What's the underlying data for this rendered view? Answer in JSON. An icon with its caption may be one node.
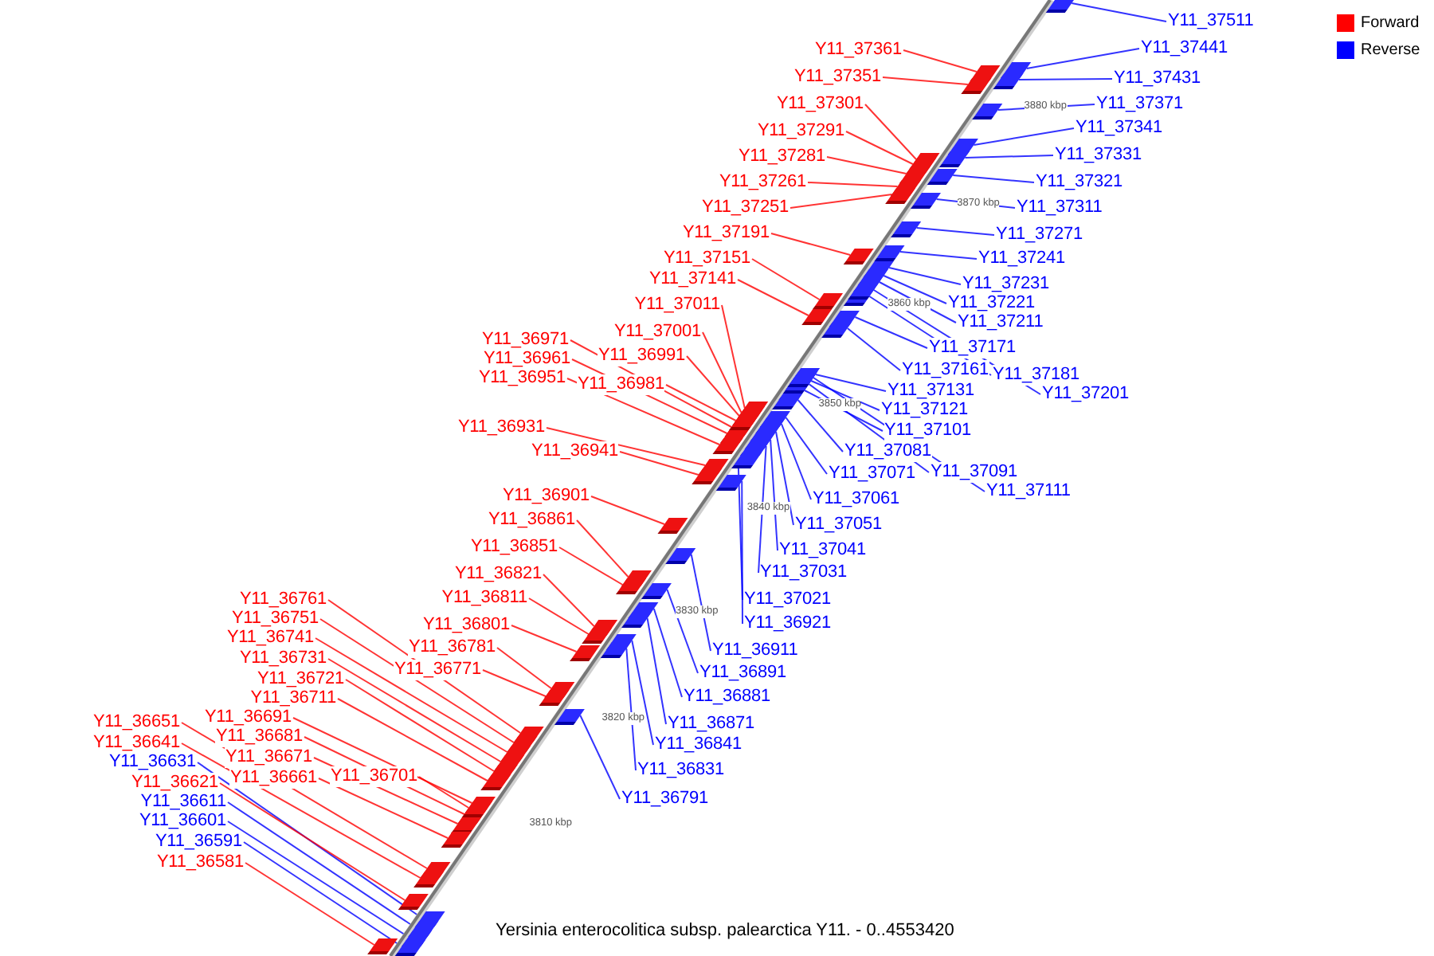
{
  "diagram": {
    "caption": "Yersinia enterocolitica subsp. palearctica Y11. - 0..4553420",
    "nodes": [
      {
        "text": [
          "Y11_37361"
        ]
      },
      {
        "text": [
          "Y11_37351"
        ]
      },
      {
        "text": [
          "Y11_37301"
        ]
      },
      {
        "text": [
          "Y11_37291"
        ]
      },
      {
        "text": [
          "Y11_37281"
        ]
      },
      {
        "text": [
          "Y11_37261"
        ]
      },
      {
        "text": [
          "Y11_37251"
        ]
      },
      {
        "text": [
          "Y11_37191"
        ]
      },
      {
        "text": [
          "Y11_37151"
        ]
      },
      {
        "text": [
          "Y11_37141"
        ]
      },
      {
        "text": [
          "Y11_37011"
        ]
      },
      {
        "text": [
          "Y11_37001"
        ]
      },
      {
        "text": [
          "Y11_36971"
        ]
      },
      {
        "text": [
          "Y11_36991"
        ]
      },
      {
        "text": [
          "Y11_36961"
        ]
      },
      {
        "text": [
          "Y11_36951"
        ]
      },
      {
        "text": [
          "Y11_36981"
        ]
      },
      {
        "text": [
          "Y11_36931"
        ]
      },
      {
        "text": [
          "Y11_36941"
        ]
      },
      {
        "text": [
          "Y11_36901"
        ]
      },
      {
        "text": [
          "Y11_36861"
        ]
      },
      {
        "text": [
          "Y11_36851"
        ]
      },
      {
        "text": [
          "Y11_36821"
        ]
      },
      {
        "text": [
          "Y11_36811"
        ]
      },
      {
        "text": [
          "Y11_36761"
        ]
      },
      {
        "text": [
          "Y11_36751"
        ]
      },
      {
        "text": [
          "Y11_36801"
        ]
      },
      {
        "text": [
          "Y11_36741"
        ]
      },
      {
        "text": [
          "Y11_36781"
        ]
      },
      {
        "text": [
          "Y11_36731"
        ]
      },
      {
        "text": [
          "Y11_36771"
        ]
      },
      {
        "text": [
          "Y11_36721"
        ]
      },
      {
        "text": [
          "Y11_36711"
        ]
      },
      {
        "text": [
          "Y11_36691"
        ]
      },
      {
        "text": [
          "Y11_36651"
        ]
      },
      {
        "text": [
          "Y11_36681"
        ]
      },
      {
        "text": [
          "Y11_36641"
        ]
      },
      {
        "text": [
          "Y11_36671"
        ]
      },
      {
        "text": [
          "Y11_36631"
        ]
      },
      {
        "text": [
          "Y11_36701"
        ]
      },
      {
        "text": [
          "Y11_36661"
        ]
      },
      {
        "text": [
          "Y11_36621"
        ]
      },
      {
        "text": [
          "Y11_36611"
        ]
      },
      {
        "text": [
          "Y11_36601"
        ]
      },
      {
        "text": [
          "Y11_36591"
        ]
      },
      {
        "text": [
          "Y11_36581"
        ]
      },
      {
        "text": [
          "Y11_37511"
        ]
      },
      {
        "text": [
          "Y11_37441"
        ]
      },
      {
        "text": [
          "Y11_37431"
        ]
      },
      {
        "text": [
          "Y11_37371"
        ]
      },
      {
        "text": [
          "Y11_37341"
        ]
      },
      {
        "text": [
          "Y11_37331"
        ]
      },
      {
        "text": [
          "Y11_37321"
        ]
      },
      {
        "text": [
          "Y11_37311"
        ]
      },
      {
        "text": [
          "Y11_37271"
        ]
      },
      {
        "text": [
          "Y11_37241"
        ]
      },
      {
        "text": [
          "Y11_37231"
        ]
      },
      {
        "text": [
          "Y11_37221"
        ]
      },
      {
        "text": [
          "Y11_37211"
        ]
      },
      {
        "text": [
          "Y11_37171"
        ]
      },
      {
        "text": [
          "Y11_37181"
        ]
      },
      {
        "text": [
          "Y11_37161"
        ]
      },
      {
        "text": [
          "Y11_37131"
        ]
      },
      {
        "text": [
          "Y11_37201"
        ]
      },
      {
        "text": [
          "Y11_37121"
        ]
      },
      {
        "text": [
          "Y11_37101"
        ]
      },
      {
        "text": [
          "Y11_37081"
        ]
      },
      {
        "text": [
          "Y11_37071"
        ]
      },
      {
        "text": [
          "Y11_37091"
        ]
      },
      {
        "text": [
          "Y11_37111"
        ]
      },
      {
        "text": [
          "Y11_37061"
        ]
      },
      {
        "text": [
          "Y11_37051"
        ]
      },
      {
        "text": [
          "Y11_37041"
        ]
      },
      {
        "text": [
          "Y11_37031"
        ]
      },
      {
        "text": [
          "Y11_37021"
        ]
      },
      {
        "text": [
          "Y11_36921"
        ]
      },
      {
        "text": [
          "Y11_36911"
        ]
      },
      {
        "text": [
          "Y11_36891"
        ]
      },
      {
        "text": [
          "Y11_36881"
        ]
      },
      {
        "text": [
          "Y11_36871"
        ]
      },
      {
        "text": [
          "Y11_36841"
        ]
      },
      {
        "text": [
          "Y11_36831"
        ]
      },
      {
        "text": [
          "Y11_36791"
        ]
      },
      {
        "text": [],
        "shape": "box"
      },
      {
        "text": [],
        "shape": "box"
      },
      {
        "text": [],
        "shape": "box"
      },
      {
        "text": [],
        "shape": "box"
      },
      {
        "text": [],
        "shape": "box"
      },
      {
        "text": [],
        "shape": "box"
      },
      {
        "text": [],
        "shape": "box"
      },
      {
        "text": [],
        "shape": "box"
      },
      {
        "text": [],
        "shape": "box"
      },
      {
        "text": [],
        "shape": "box"
      },
      {
        "text": [],
        "shape": "box"
      },
      {
        "text": [],
        "shape": "box"
      },
      {
        "text": [],
        "shape": "box"
      },
      {
        "text": [],
        "shape": "box"
      },
      {
        "text": [],
        "shape": "box"
      },
      {
        "text": [],
        "shape": "box"
      },
      {
        "text": [],
        "shape": "box"
      },
      {
        "text": [],
        "shape": "box"
      },
      {
        "text": [],
        "shape": "box"
      },
      {
        "text": [],
        "shape": "box"
      },
      {
        "text": [],
        "shape": "box"
      },
      {
        "text": [],
        "shape": "box"
      },
      {
        "text": [],
        "shape": "box"
      },
      {
        "text": [],
        "shape": "box"
      },
      {
        "text": [],
        "shape": "box"
      },
      {
        "text": [],
        "shape": "box"
      },
      {
        "text": [],
        "shape": "box"
      },
      {
        "text": [],
        "shape": "box"
      },
      {
        "text": [],
        "shape": "box"
      },
      {
        "text": [],
        "shape": "box"
      },
      {
        "text": [],
        "shape": "box"
      },
      {
        "text": [],
        "shape": "box"
      },
      {
        "text": [],
        "shape": "box"
      },
      {
        "text": [],
        "shape": "box"
      },
      {
        "text": [],
        "shape": "box"
      },
      {
        "text": [],
        "shape": "box"
      },
      {
        "text": [],
        "shape": "box"
      },
      {
        "text": [],
        "shape": "box"
      },
      {
        "text": [],
        "shape": "box"
      },
      {
        "text": [],
        "shape": "box"
      },
      {
        "text": [],
        "shape": "box"
      },
      {
        "text": [],
        "shape": "box"
      },
      {
        "text": [],
        "shape": "box"
      },
      {
        "text": [],
        "shape": "box"
      },
      {
        "text": [],
        "shape": "box"
      },
      {
        "text": [],
        "shape": "box"
      },
      {
        "text": [],
        "shape": "box"
      },
      {
        "text": [],
        "shape": "box"
      },
      {
        "text": [],
        "shape": "box"
      },
      {
        "text": [],
        "shape": "box"
      },
      {
        "text": [],
        "shape": "box"
      },
      {
        "text": [],
        "shape": "box"
      },
      {
        "text": [],
        "shape": "box"
      },
      {
        "text": [],
        "shape": "box"
      },
      {
        "text": [],
        "shape": "box"
      },
      {
        "text": [],
        "shape": "box"
      },
      {
        "text": [],
        "shape": "box"
      },
      {
        "text": [],
        "shape": "box"
      },
      {
        "text": [],
        "shape": "box"
      },
      {
        "text": [],
        "shape": "box"
      },
      {
        "text": [],
        "shape": "box"
      },
      {
        "text": [],
        "shape": "box"
      },
      {
        "text": [],
        "shape": "box"
      },
      {
        "text": [],
        "shape": "box"
      },
      {
        "text": [],
        "shape": "box"
      },
      {
        "text": [],
        "shape": "box"
      },
      {
        "text": [],
        "shape": "box"
      },
      {
        "text": [],
        "shape": "box"
      },
      {
        "text": [],
        "shape": "box"
      },
      {
        "text": [],
        "shape": "box"
      },
      {
        "text": [],
        "shape": "box"
      },
      {
        "text": [],
        "shape": "box"
      },
      {
        "text": [],
        "shape": "box"
      },
      {
        "text": [],
        "shape": "box"
      },
      {
        "text": [],
        "shape": "box"
      },
      {
        "text": [],
        "shape": "box"
      },
      {
        "text": [],
        "shape": "box"
      },
      {
        "text": [],
        "shape": "box"
      },
      {
        "text": [],
        "shape": "box"
      },
      {
        "text": [],
        "shape": "box"
      },
      {
        "text": [],
        "shape": "box"
      },
      {
        "text": [],
        "shape": "box"
      },
      {
        "text": [],
        "shape": "box"
      }
    ],
    "edges": [
      {
        "from": 0,
        "to": 83,
        "arrow": "none"
      },
      {
        "from": 1,
        "to": 84,
        "arrow": "none"
      },
      {
        "from": 2,
        "to": 85,
        "arrow": "none"
      },
      {
        "from": 3,
        "to": 86,
        "arrow": "none"
      },
      {
        "from": 4,
        "to": 87,
        "arrow": "none"
      },
      {
        "from": 5,
        "to": 88,
        "arrow": "none"
      },
      {
        "from": 6,
        "to": 89,
        "arrow": "none"
      },
      {
        "from": 7,
        "to": 90,
        "arrow": "none"
      },
      {
        "from": 8,
        "to": 91,
        "arrow": "none"
      },
      {
        "from": 9,
        "to": 92,
        "arrow": "none"
      },
      {
        "from": 10,
        "to": 93,
        "arrow": "none"
      },
      {
        "from": 11,
        "to": 94,
        "arrow": "none"
      },
      {
        "from": 12,
        "to": 95,
        "arrow": "none"
      },
      {
        "from": 13,
        "to": 96,
        "arrow": "none"
      },
      {
        "from": 14,
        "to": 97,
        "arrow": "none"
      },
      {
        "from": 15,
        "to": 98,
        "arrow": "none"
      },
      {
        "from": 16,
        "to": 99,
        "arrow": "none"
      },
      {
        "from": 17,
        "to": 100,
        "arrow": "none"
      },
      {
        "from": 18,
        "to": 101,
        "arrow": "none"
      },
      {
        "from": 19,
        "to": 102,
        "arrow": "none"
      },
      {
        "from": 20,
        "to": 103,
        "arrow": "none"
      },
      {
        "from": 21,
        "to": 104,
        "arrow": "none"
      },
      {
        "from": 22,
        "to": 105,
        "arrow": "none"
      },
      {
        "from": 23,
        "to": 106,
        "arrow": "none"
      },
      {
        "from": 24,
        "to": 107,
        "arrow": "none"
      },
      {
        "from": 25,
        "to": 108,
        "arrow": "none"
      },
      {
        "from": 26,
        "to": 109,
        "arrow": "none"
      },
      {
        "from": 27,
        "to": 110,
        "arrow": "none"
      },
      {
        "from": 28,
        "to": 111,
        "arrow": "none"
      },
      {
        "from": 29,
        "to": 112,
        "arrow": "none"
      },
      {
        "from": 30,
        "to": 113,
        "arrow": "none"
      },
      {
        "from": 31,
        "to": 114,
        "arrow": "none"
      },
      {
        "from": 32,
        "to": 115,
        "arrow": "none"
      },
      {
        "from": 33,
        "to": 116,
        "arrow": "none"
      },
      {
        "from": 34,
        "to": 117,
        "arrow": "none"
      },
      {
        "from": 35,
        "to": 118,
        "arrow": "none"
      },
      {
        "from": 36,
        "to": 119,
        "arrow": "none"
      },
      {
        "from": 37,
        "to": 120,
        "arrow": "none"
      },
      {
        "from": 38,
        "to": 121,
        "arrow": "none",
        "color": "#0000ff"
      },
      {
        "from": 39,
        "to": 122,
        "arrow": "none"
      },
      {
        "from": 40,
        "to": 123,
        "arrow": "none"
      },
      {
        "from": 41,
        "to": 124,
        "arrow": "none"
      },
      {
        "from": 42,
        "to": 125,
        "arrow": "none",
        "color": "#0000ff"
      },
      {
        "from": 43,
        "to": 126,
        "arrow": "none",
        "color": "#0000ff"
      },
      {
        "from": 44,
        "to": 127,
        "arrow": "none",
        "color": "#0000ff"
      },
      {
        "from": 45,
        "to": 128,
        "arrow": "none"
      },
      {
        "from": 46,
        "to": 129,
        "arrow": "none",
        "color": "#0000ff"
      },
      {
        "from": 47,
        "to": 130,
        "arrow": "none",
        "color": "#0000ff"
      },
      {
        "from": 48,
        "to": 131,
        "arrow": "none",
        "color": "#0000ff"
      },
      {
        "from": 49,
        "to": 132,
        "arrow": "none",
        "color": "#0000ff"
      },
      {
        "from": 50,
        "to": 133,
        "arrow": "none",
        "color": "#0000ff"
      },
      {
        "from": 51,
        "to": 134,
        "arrow": "none",
        "color": "#0000ff"
      },
      {
        "from": 52,
        "to": 135,
        "arrow": "none",
        "color": "#0000ff"
      },
      {
        "from": 53,
        "to": 136,
        "arrow": "none",
        "color": "#0000ff"
      },
      {
        "from": 54,
        "to": 137,
        "arrow": "none",
        "color": "#0000ff"
      },
      {
        "from": 55,
        "to": 138,
        "arrow": "none",
        "color": "#0000ff"
      },
      {
        "from": 56,
        "to": 139,
        "arrow": "none",
        "color": "#0000ff"
      },
      {
        "from": 57,
        "to": 140,
        "arrow": "none",
        "color": "#0000ff"
      },
      {
        "from": 58,
        "to": 141,
        "arrow": "none",
        "color": "#0000ff"
      },
      {
        "from": 59,
        "to": 142,
        "arrow": "none",
        "color": "#0000ff"
      },
      {
        "from": 60,
        "to": 143,
        "arrow": "none",
        "color": "#0000ff"
      },
      {
        "from": 61,
        "to": 144,
        "arrow": "none",
        "color": "#0000ff"
      },
      {
        "from": 62,
        "to": 145,
        "arrow": "none",
        "color": "#0000ff"
      },
      {
        "from": 63,
        "to": 146,
        "arrow": "none",
        "color": "#0000ff"
      },
      {
        "from": 64,
        "to": 147,
        "arrow": "none",
        "color": "#0000ff"
      },
      {
        "from": 65,
        "to": 148,
        "arrow": "none",
        "color": "#0000ff"
      },
      {
        "from": 66,
        "to": 149,
        "arrow": "none",
        "color": "#0000ff"
      },
      {
        "from": 67,
        "to": 150,
        "arrow": "none",
        "color": "#0000ff"
      },
      {
        "from": 68,
        "to": 151,
        "arrow": "none",
        "color": "#0000ff"
      },
      {
        "from": 69,
        "to": 152,
        "arrow": "none",
        "color": "#0000ff"
      },
      {
        "from": 70,
        "to": 153,
        "arrow": "none",
        "color": "#0000ff"
      },
      {
        "from": 71,
        "to": 154,
        "arrow": "none",
        "color": "#0000ff"
      },
      {
        "from": 72,
        "to": 155,
        "arrow": "none",
        "color": "#0000ff"
      },
      {
        "from": 73,
        "to": 156,
        "arrow": "none",
        "color": "#0000ff"
      },
      {
        "from": 74,
        "to": 157,
        "arrow": "none",
        "color": "#0000ff"
      },
      {
        "from": 75,
        "to": 158,
        "arrow": "none",
        "color": "#0000ff"
      },
      {
        "from": 76,
        "to": 159,
        "arrow": "none",
        "color": "#0000ff"
      },
      {
        "from": 77,
        "to": 160,
        "arrow": "none",
        "color": "#0000ff"
      },
      {
        "from": 78,
        "to": 161,
        "arrow": "none",
        "color": "#0000ff"
      },
      {
        "from": 79,
        "to": 162,
        "arrow": "none",
        "color": "#0000ff"
      },
      {
        "from": 80,
        "to": 163,
        "arrow": "none",
        "color": "#0000ff"
      },
      {
        "from": 81,
        "to": 164,
        "arrow": "none",
        "color": "#0000ff"
      },
      {
        "from": 82,
        "to": 165,
        "arrow": "none",
        "color": "#0000ff"
      }
    ],
    "labels": [
      "3880 kbp",
      "3870 kbp",
      "3860 kbp",
      "3850 kbp",
      "3840 kbp",
      "3830 kbp",
      "3820 kbp",
      "3810 kbp"
    ],
    "legend": [
      {
        "text": "Forward",
        "color": "#ff0000"
      },
      {
        "text": "Reverse",
        "color": "#0000ff"
      }
    ]
  }
}
